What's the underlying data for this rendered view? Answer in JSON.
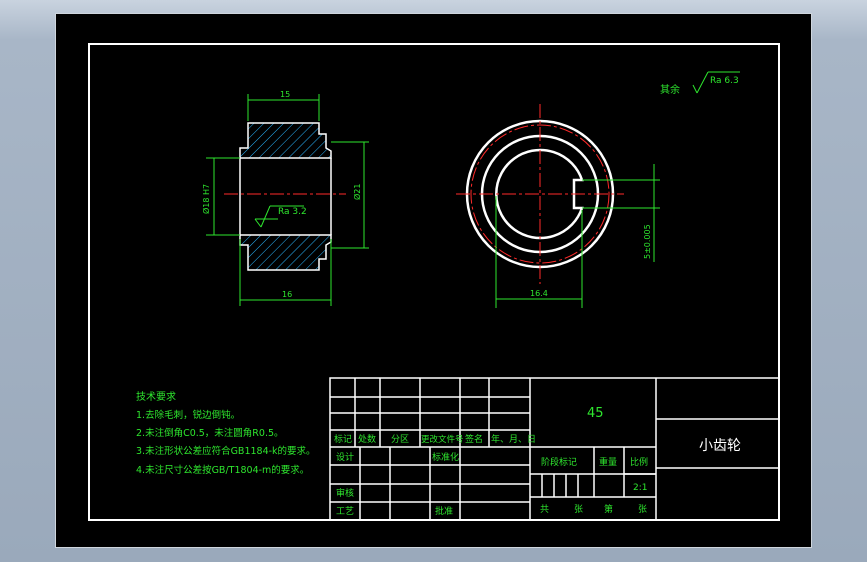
{
  "drawing": {
    "roughness_other": "其余",
    "roughness_other_value": "Ra 6.3",
    "bore_roughness": "Ra 3.2",
    "dims": {
      "top_width": "15",
      "bottom_width": "16",
      "left_diameter": "Ø18 H7",
      "right_diameter": "Ø21",
      "keyway_width": "5±0.005",
      "keyway_depth": "16.4"
    }
  },
  "notes": {
    "title": "技术要求",
    "items": [
      "1.去除毛刺，锐边倒钝。",
      "2.未注倒角C0.5，未注圆角R0.5。",
      "3.未注形状公差应符合GB1184-k的要求。",
      "4.未注尺寸公差按GB/T1804-m的要求。"
    ]
  },
  "title_block": {
    "material": "45",
    "part_name": "小齿轮",
    "rev_headers": [
      "标记",
      "处数",
      "分区",
      "更改文件号",
      "签名",
      "年、月、日"
    ],
    "design": "设计",
    "standardize": "标准化",
    "review": "审核",
    "process": "工艺",
    "approve": "批准",
    "stage_mark": "阶段标记",
    "weight": "重量",
    "scale": "比例",
    "scale_value": "2:1",
    "total": "共",
    "sheets": "张",
    "page": "第",
    "sheet_end": "张"
  }
}
